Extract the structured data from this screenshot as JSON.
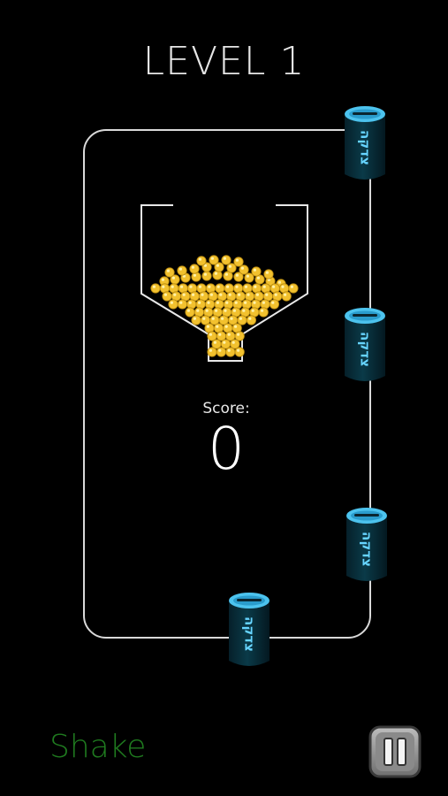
{
  "header": {
    "level_title": "LEVEL 1"
  },
  "score": {
    "label": "Score:",
    "value": "0"
  },
  "cups": {
    "label": "צדקה",
    "body_color": "#0a3a48",
    "rim_color": "#4cc3ee",
    "text_color": "#66d4ff",
    "count": 4
  },
  "funnel": {
    "ball_color": "#f2c12e",
    "stroke_color": "#e8e8e8"
  },
  "controls": {
    "shake_label": "Shake",
    "shake_color": "#1f7a1f",
    "pause_icon": "pause-icon"
  }
}
